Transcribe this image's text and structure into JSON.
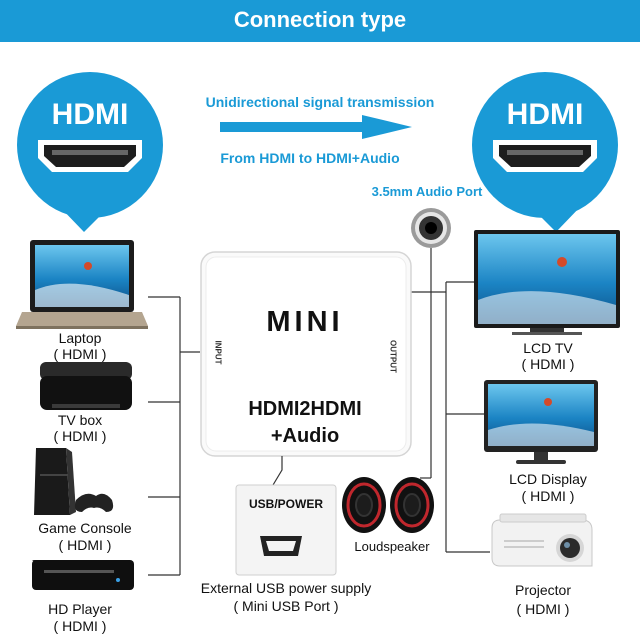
{
  "title": "Connection type",
  "signal": {
    "line1": "Unidirectional signal transmission",
    "line2": "From HDMI to HDMI+Audio"
  },
  "hdmi_badges": {
    "left": "HDMI",
    "right": "HDMI"
  },
  "audio_port_label": "3.5mm Audio Port",
  "converter": {
    "mini": "MINI",
    "model_line1": "HDMI2HDMI",
    "model_line2": "+Audio",
    "input_label": "INPUT",
    "output_label": "OUTPUT",
    "usb_port_label": "USB/POWER"
  },
  "inputs": [
    {
      "name": "Laptop",
      "sub": "( HDMI )"
    },
    {
      "name": "TV box",
      "sub": "( HDMI )"
    },
    {
      "name": "Game Console",
      "sub": "( HDMI )"
    },
    {
      "name": "HD Player",
      "sub": "( HDMI )"
    }
  ],
  "outputs": [
    {
      "name": "LCD TV",
      "sub": "( HDMI )"
    },
    {
      "name": "LCD Display",
      "sub": "( HDMI )"
    },
    {
      "name": "Projector",
      "sub": "( HDMI )"
    }
  ],
  "speaker_label": "Loudspeaker",
  "usb_power": {
    "line1": "External USB power supply",
    "line2": "( Mini USB Port )"
  },
  "colors": {
    "accent": "#1a9ad6",
    "connector_line": "#333333",
    "screen_sky": "#2aa3d9",
    "device_dark": "#1b1b1b",
    "speaker_red": "#c0272d"
  }
}
